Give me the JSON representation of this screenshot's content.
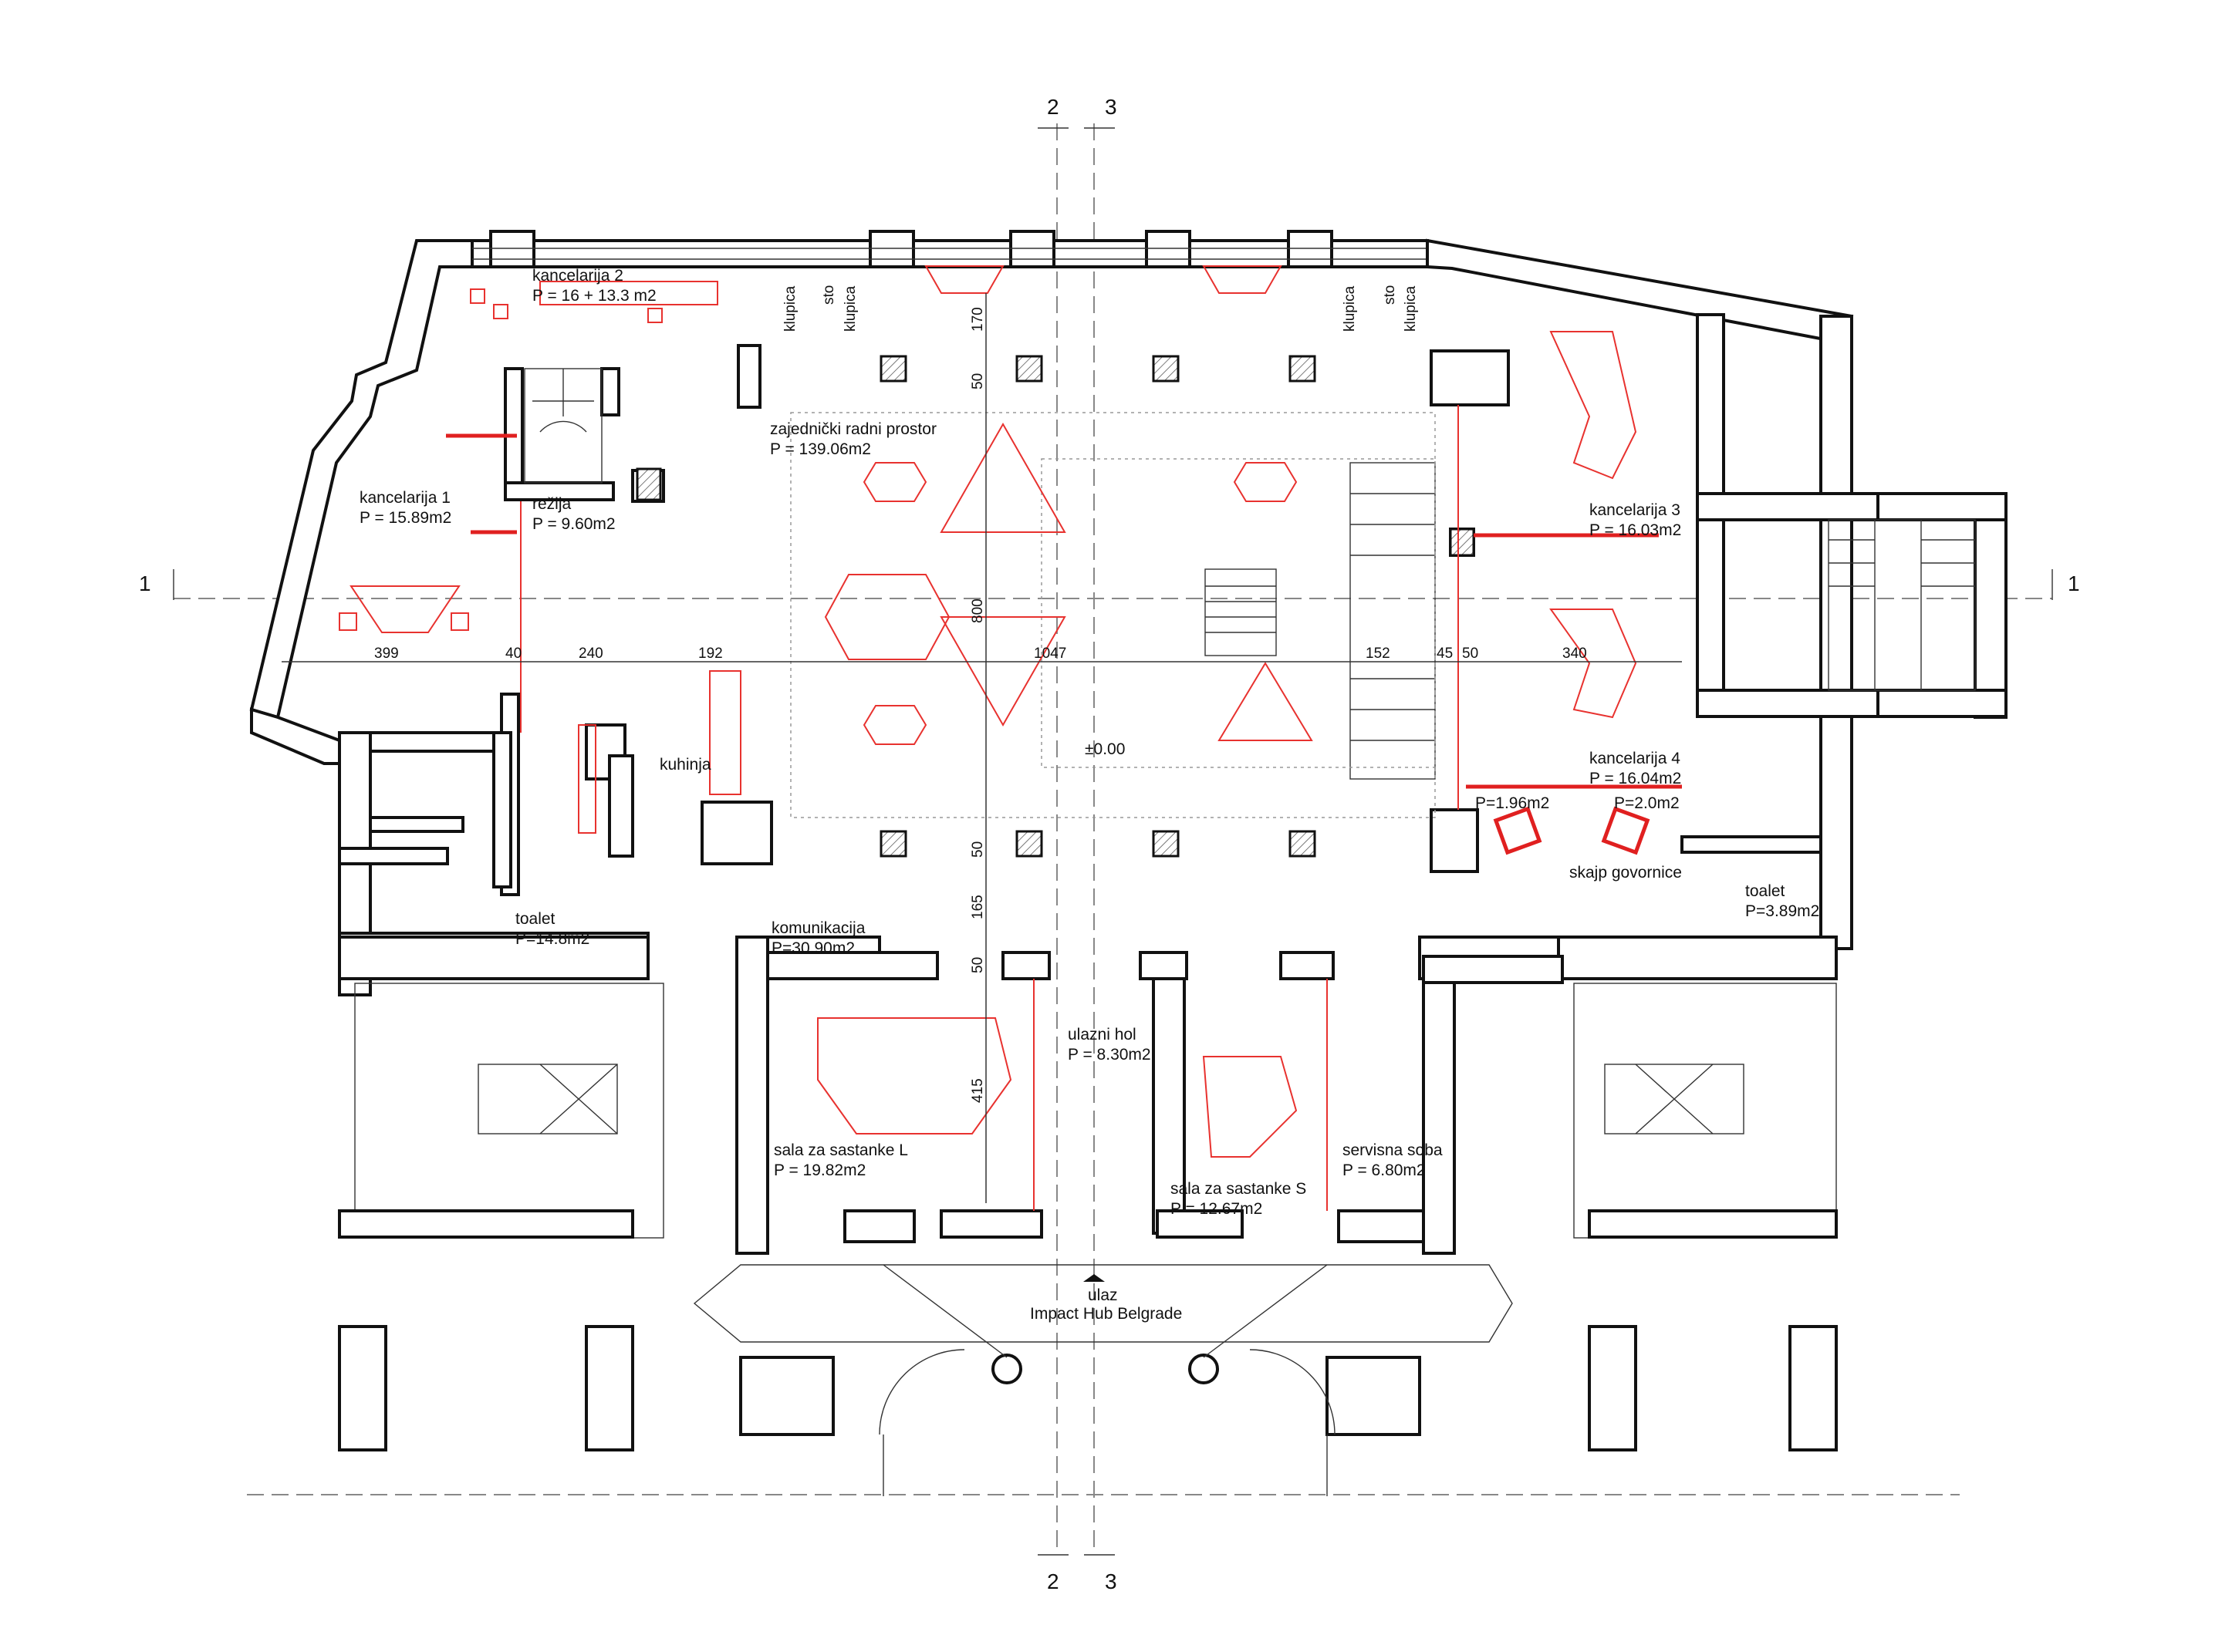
{
  "axes": {
    "top": [
      "2",
      "3"
    ],
    "bottom": [
      "2",
      "3"
    ],
    "left": "1",
    "right": "1"
  },
  "rooms": {
    "kancelarija_2": {
      "name": "kancelarija 2",
      "area": "P = 16 + 13.3 m2"
    },
    "kancelarija_1": {
      "name": "kancelarija 1",
      "area": "P = 15.89m2"
    },
    "rezija": {
      "name": "režija",
      "area": "P = 9.60m2"
    },
    "zajednicki": {
      "name": "zajednički radni prostor",
      "area": "P = 139.06m2"
    },
    "kuhinja": {
      "name": "kuhinja"
    },
    "toalet_left": {
      "name": "toalet",
      "area": "P=14.8m2"
    },
    "komunikacija": {
      "name": "komunikacija",
      "area": "P=30.90m2"
    },
    "ulazni_hol": {
      "name": "ulazni hol",
      "area": "P = 8.30m2"
    },
    "sala_l": {
      "name": "sala za sastanke L",
      "area": "P = 19.82m2"
    },
    "sala_s": {
      "name": "sala za sastanke S",
      "area": "P = 12.67m2"
    },
    "servisna": {
      "name": "servisna soba",
      "area": "P = 6.80m2"
    },
    "kancelarija_3": {
      "name": "kancelarija 3",
      "area": "P = 16.03m2"
    },
    "kancelarija_4": {
      "name": "kancelarija 4",
      "area": "P = 16.04m2"
    },
    "skajp": {
      "name": "skajp govornice",
      "area_left": "P=1.96m2",
      "area_right": "P=2.0m2"
    },
    "toalet_right": {
      "name": "toalet",
      "area": "P=3.89m2"
    }
  },
  "furniture_labels": {
    "left_group": [
      "klupica",
      "sto",
      "klupica"
    ],
    "right_group": [
      "klupica",
      "sto",
      "klupica"
    ]
  },
  "dimensions": {
    "horizontal": [
      "399",
      "40",
      "240",
      "192",
      "1047",
      "152",
      "45",
      "50",
      "340"
    ],
    "vertical": [
      "170",
      "50",
      "800",
      "50",
      "165",
      "50",
      "415"
    ]
  },
  "level": "±0.00",
  "entrance": {
    "label": "ulaz",
    "name": "Impact Hub Belgrade"
  }
}
